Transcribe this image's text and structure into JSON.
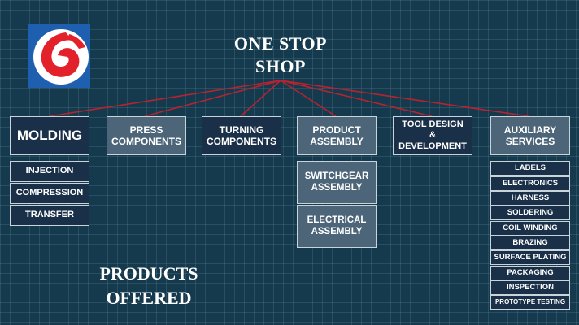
{
  "hub": {
    "line1": "ONE STOP",
    "line2": "SHOP"
  },
  "footer": {
    "line1": "PRODUCTS",
    "line2": "OFFERED"
  },
  "colors": {
    "background": "#163a4d",
    "connector": "#b8232f",
    "box_dark": "#1a2f48",
    "box_light": "#4c6579",
    "logo_blue": "#1f5fb0"
  },
  "logo": {
    "icon": "company-logo-icon"
  },
  "categories": [
    {
      "line1": "MOLDING",
      "line2": ""
    },
    {
      "line1": "PRESS",
      "line2": "COMPONENTS"
    },
    {
      "line1": "TURNING",
      "line2": "COMPONENTS"
    },
    {
      "line1": "PRODUCT",
      "line2": "ASSEMBLY"
    },
    {
      "line1": "TOOL DESIGN",
      "mid": "&",
      "line2": "DEVELOPMENT"
    },
    {
      "line1": "AUXILIARY",
      "line2": "SERVICES"
    }
  ],
  "molding_items": [
    "INJECTION",
    "COMPRESSION",
    "TRANSFER"
  ],
  "assembly_items": [
    {
      "line1": "SWITCHGEAR",
      "line2": "ASSEMBLY"
    },
    {
      "line1": "ELECTRICAL",
      "line2": "ASSEMBLY"
    }
  ],
  "auxiliary_items": [
    "LABELS",
    "ELECTRONICS",
    "HARNESS",
    "SOLDERING",
    "COIL WINDING",
    "BRAZING",
    "SURFACE PLATING",
    "PACKAGING",
    "INSPECTION",
    "PROTOTYPE TESTING"
  ]
}
